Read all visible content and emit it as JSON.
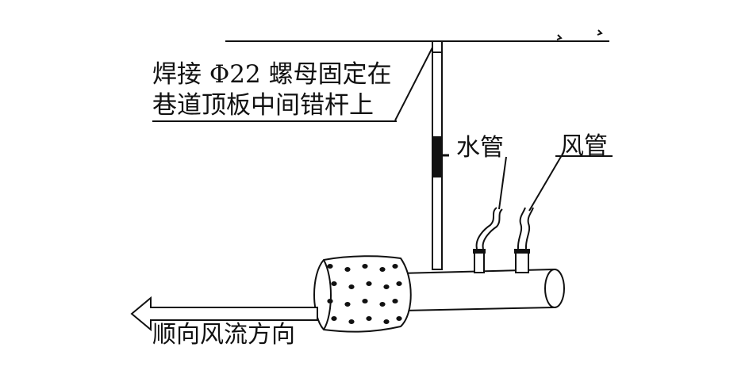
{
  "labels": {
    "weld_line1": "焊接 Φ22 螺母固定在",
    "weld_line2": "巷道顶板中间错杆上",
    "water_pipe": "水管",
    "air_pipe": "风管",
    "direction": "顺向风流方向"
  },
  "colors": {
    "stroke": "#111111",
    "background": "#ffffff",
    "nozzle_dot": "#111111"
  }
}
